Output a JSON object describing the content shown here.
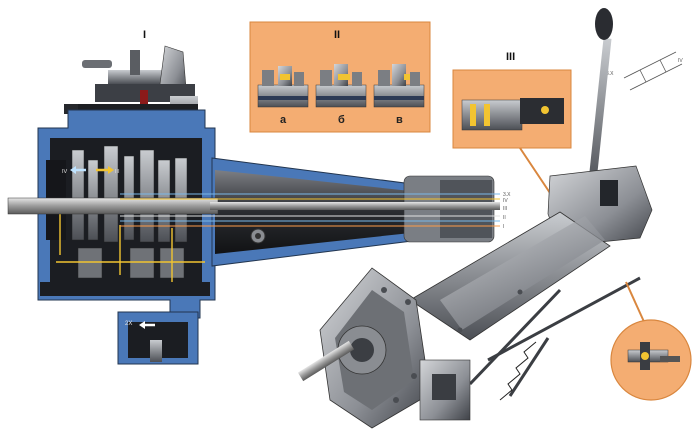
{
  "figure": {
    "section_labels": {
      "one": "I",
      "two": "II",
      "three": "III"
    },
    "detail_panel_labels": [
      "а",
      "б",
      "в"
    ],
    "section_view_labels": {
      "gear_4": "IV",
      "gear_3": "III",
      "reverse": "ЗХ",
      "gear_2": "II",
      "gear_1": "I",
      "gear_2x": "2Х"
    },
    "shaft_end_labels": [
      "3.X",
      "IV",
      "III",
      "II",
      "I"
    ],
    "shift_pattern_labels": {
      "left": "3.X",
      "right": "IV"
    },
    "colors": {
      "housing_blue": "#4a78b8",
      "cutaway_black": "#1b1d22",
      "detail_panel_orange": "#f4ad72",
      "highlight_yellow": "#f2c431",
      "steel_grey": "#8a8d92"
    }
  }
}
